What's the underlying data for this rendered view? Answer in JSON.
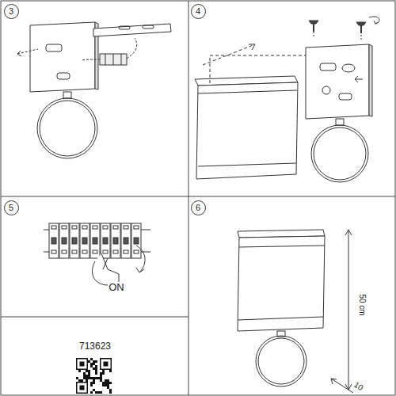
{
  "diagram": {
    "nodes": [
      {
        "text": [
          "3"
        ]
      },
      {
        "text": [
          "4"
        ]
      },
      {
        "text": [
          "5"
        ]
      },
      {
        "text": [
          "6"
        ]
      }
    ],
    "labels": [
      "ON",
      "50 cm",
      "10",
      "713623"
    ]
  }
}
